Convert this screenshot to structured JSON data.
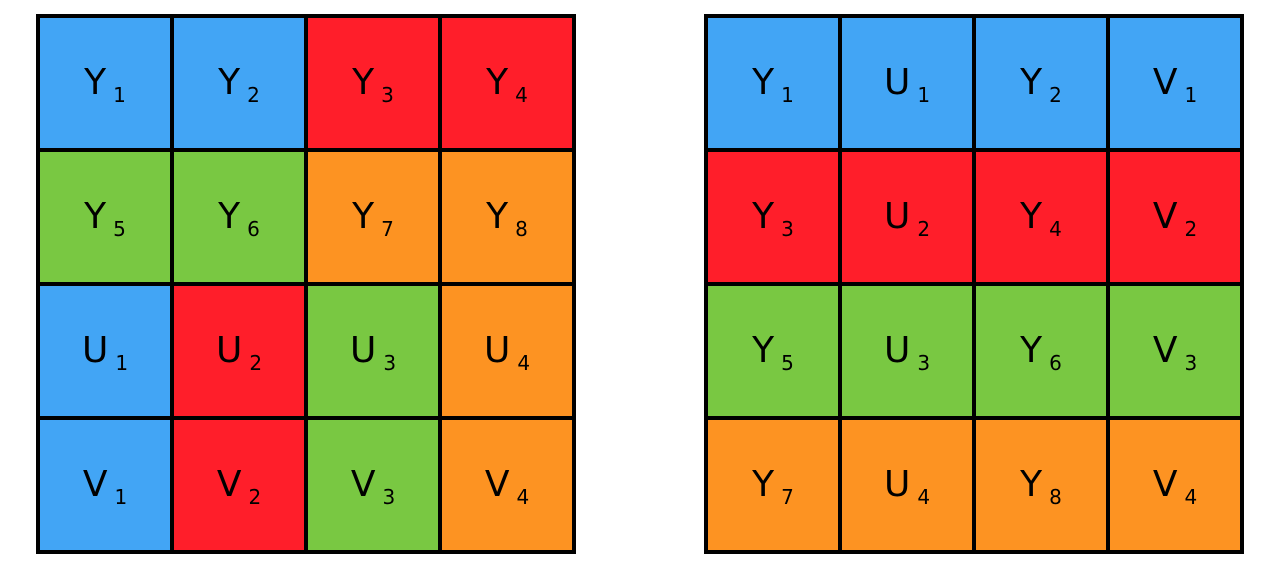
{
  "colors": {
    "blue": "#42a5f5",
    "red": "#ff1e2a",
    "green": "#79c842",
    "orange": "#fd9322",
    "border": "#000000"
  },
  "grids": [
    {
      "name": "grid-left",
      "cells": [
        {
          "symbol": "Y",
          "sub": "1",
          "color": "blue"
        },
        {
          "symbol": "Y",
          "sub": "2",
          "color": "blue"
        },
        {
          "symbol": "Y",
          "sub": "3",
          "color": "red"
        },
        {
          "symbol": "Y",
          "sub": "4",
          "color": "red"
        },
        {
          "symbol": "Y",
          "sub": "5",
          "color": "green"
        },
        {
          "symbol": "Y",
          "sub": "6",
          "color": "green"
        },
        {
          "symbol": "Y",
          "sub": "7",
          "color": "orange"
        },
        {
          "symbol": "Y",
          "sub": "8",
          "color": "orange"
        },
        {
          "symbol": "U",
          "sub": "1",
          "color": "blue"
        },
        {
          "symbol": "U",
          "sub": "2",
          "color": "red"
        },
        {
          "symbol": "U",
          "sub": "3",
          "color": "green"
        },
        {
          "symbol": "U",
          "sub": "4",
          "color": "orange"
        },
        {
          "symbol": "V",
          "sub": "1",
          "color": "blue"
        },
        {
          "symbol": "V",
          "sub": "2",
          "color": "red"
        },
        {
          "symbol": "V",
          "sub": "3",
          "color": "green"
        },
        {
          "symbol": "V",
          "sub": "4",
          "color": "orange"
        }
      ]
    },
    {
      "name": "grid-right",
      "cells": [
        {
          "symbol": "Y",
          "sub": "1",
          "color": "blue"
        },
        {
          "symbol": "U",
          "sub": "1",
          "color": "blue"
        },
        {
          "symbol": "Y",
          "sub": "2",
          "color": "blue"
        },
        {
          "symbol": "V",
          "sub": "1",
          "color": "blue"
        },
        {
          "symbol": "Y",
          "sub": "3",
          "color": "red"
        },
        {
          "symbol": "U",
          "sub": "2",
          "color": "red"
        },
        {
          "symbol": "Y",
          "sub": "4",
          "color": "red"
        },
        {
          "symbol": "V",
          "sub": "2",
          "color": "red"
        },
        {
          "symbol": "Y",
          "sub": "5",
          "color": "green"
        },
        {
          "symbol": "U",
          "sub": "3",
          "color": "green"
        },
        {
          "symbol": "Y",
          "sub": "6",
          "color": "green"
        },
        {
          "symbol": "V",
          "sub": "3",
          "color": "green"
        },
        {
          "symbol": "Y",
          "sub": "7",
          "color": "orange"
        },
        {
          "symbol": "U",
          "sub": "4",
          "color": "orange"
        },
        {
          "symbol": "Y",
          "sub": "8",
          "color": "orange"
        },
        {
          "symbol": "V",
          "sub": "4",
          "color": "orange"
        }
      ]
    }
  ]
}
